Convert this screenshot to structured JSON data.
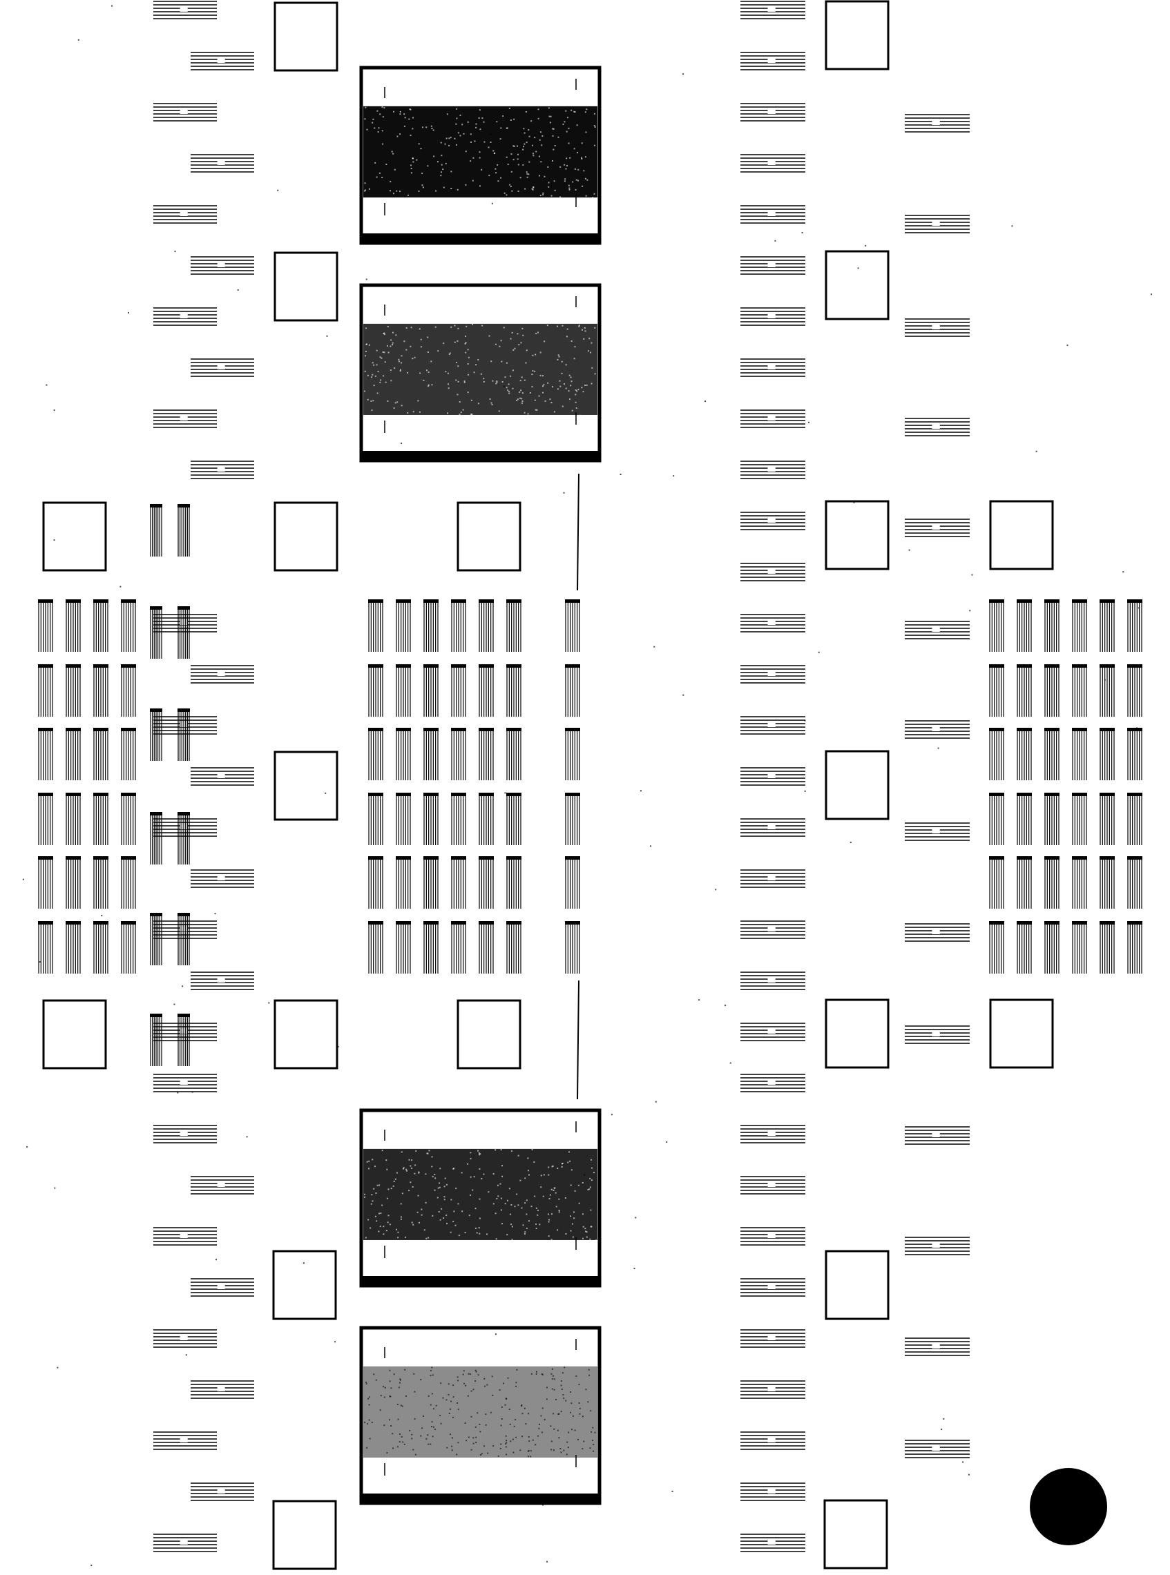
{
  "page": {
    "background": "#ffffff",
    "ink": "#000000",
    "description_free": true
  },
  "patterns": {
    "fill_levels": {
      "block_1": 0.95,
      "block_2": 0.8,
      "block_3": 0.85,
      "block_4": 0.45
    },
    "icons": [
      "registration-square-icon",
      "line-pattern-icon",
      "comb-pattern-icon",
      "dot-marker-icon"
    ]
  }
}
